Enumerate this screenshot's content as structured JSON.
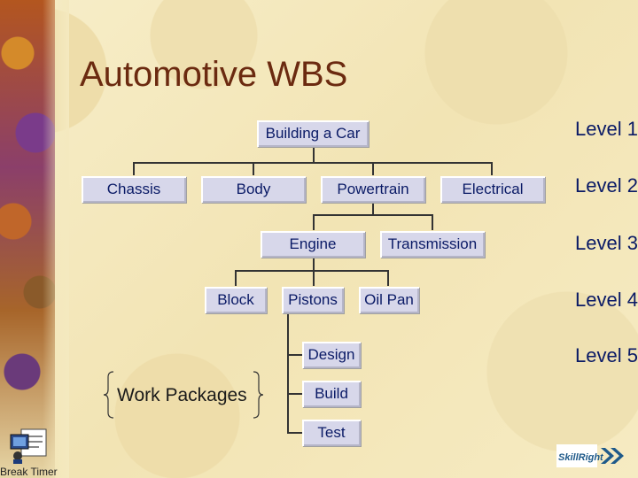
{
  "title": "Automotive WBS",
  "levels": [
    "Level 1",
    "Level 2",
    "Level 3",
    "Level 4",
    "Level 5"
  ],
  "nodes": {
    "root": "Building a Car",
    "l2": [
      "Chassis",
      "Body",
      "Powertrain",
      "Electrical"
    ],
    "l3": [
      "Engine",
      "Transmission"
    ],
    "l4": [
      "Block",
      "Pistons",
      "Oil Pan"
    ],
    "l5": [
      "Design",
      "Build",
      "Test"
    ]
  },
  "work_packages_label": "Work Packages",
  "break_timer_label": "Break Timer",
  "logo_text": "SkillRight",
  "colors": {
    "title": "#6b2a10",
    "node_text": "#0a1a66",
    "node_fill": "#d7d7ea",
    "logo": "#1f5a8a"
  }
}
